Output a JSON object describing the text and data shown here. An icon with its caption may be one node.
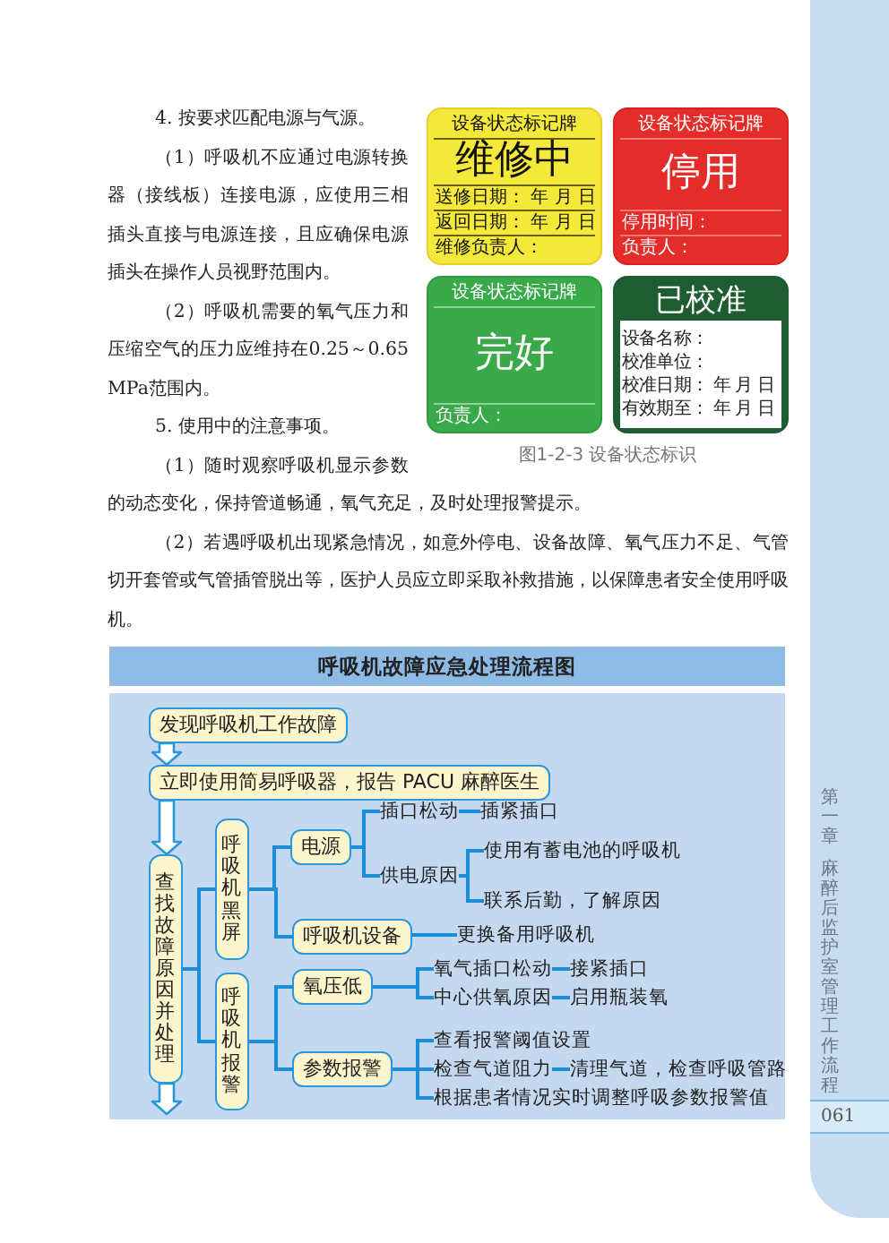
{
  "diagram": {
    "title": "呼吸机故障应急处理流程图",
    "nodes": [
      {
        "text": [
          "设备状态标记牌",
          "维修中",
          "送修日期： 年 月 日",
          "返回日期： 年 月 日",
          "维修负责人："
        ]
      },
      {
        "text": [
          "设备状态标记牌",
          "停用",
          "停用时间：",
          "负责人："
        ]
      },
      {
        "text": [
          "设备状态标记牌",
          "完好",
          "负责人："
        ]
      },
      {
        "text": [
          "已校准",
          "设备名称：",
          "校准单位：",
          "校准日期： 年 月 日",
          "有效期至： 年 月 日"
        ]
      },
      {
        "text": [
          "发现呼吸机工作故障"
        ]
      },
      {
        "text": [
          "立即使用简易呼吸器，报告 PACU 麻醉医生"
        ]
      },
      {
        "text": [
          "查找故障原因并处理"
        ]
      },
      {
        "text": [
          "呼吸机黑屏"
        ]
      },
      {
        "text": [
          "呼吸机报警"
        ]
      },
      {
        "text": [
          "电源"
        ]
      },
      {
        "text": [
          "插口松动"
        ]
      },
      {
        "text": [
          "插紧插口"
        ]
      },
      {
        "text": [
          "供电原因"
        ]
      },
      {
        "text": [
          "使用有蓄电池的呼吸机"
        ]
      },
      {
        "text": [
          "联系后勤，了解原因"
        ]
      },
      {
        "text": [
          "呼吸机设备"
        ]
      },
      {
        "text": [
          "更换备用呼吸机"
        ]
      },
      {
        "text": [
          "氧压低"
        ]
      },
      {
        "text": [
          "氧气插口松动"
        ]
      },
      {
        "text": [
          "接紧插口"
        ]
      },
      {
        "text": [
          "中心供氧原因"
        ]
      },
      {
        "text": [
          "启用瓶装氧"
        ]
      },
      {
        "text": [
          "参数报警"
        ]
      },
      {
        "text": [
          "查看报警阈值设置"
        ]
      },
      {
        "text": [
          "检查气道阻力"
        ]
      },
      {
        "text": [
          "清理气道，检查呼吸管路"
        ]
      },
      {
        "text": [
          "根据患者情况实时调整呼吸参数报警值"
        ]
      }
    ],
    "edges": [
      {
        "from": 4,
        "to": 5,
        "arrow": "to",
        "style": "thick"
      },
      {
        "from": 5,
        "to": 6,
        "arrow": "to",
        "style": "thick"
      },
      {
        "from": 6,
        "to": null,
        "arrow": "to",
        "style": "thick"
      },
      {
        "from": 6,
        "to": 7,
        "arrow": "none"
      },
      {
        "from": 6,
        "to": 8,
        "arrow": "none"
      },
      {
        "from": 7,
        "to": 9,
        "arrow": "none"
      },
      {
        "from": 7,
        "to": 15,
        "arrow": "none"
      },
      {
        "from": 9,
        "to": 10,
        "arrow": "none"
      },
      {
        "from": 9,
        "to": 12,
        "arrow": "none"
      },
      {
        "from": 10,
        "to": 11,
        "arrow": "none"
      },
      {
        "from": 12,
        "to": 13,
        "arrow": "none"
      },
      {
        "from": 12,
        "to": 14,
        "arrow": "none"
      },
      {
        "from": 15,
        "to": 16,
        "arrow": "none"
      },
      {
        "from": 8,
        "to": 17,
        "arrow": "none"
      },
      {
        "from": 8,
        "to": 22,
        "arrow": "none"
      },
      {
        "from": 17,
        "to": 18,
        "arrow": "none"
      },
      {
        "from": 17,
        "to": 20,
        "arrow": "none"
      },
      {
        "from": 18,
        "to": 19,
        "arrow": "none"
      },
      {
        "from": 20,
        "to": 21,
        "arrow": "none"
      },
      {
        "from": 22,
        "to": 23,
        "arrow": "none"
      },
      {
        "from": 22,
        "to": 24,
        "arrow": "none"
      },
      {
        "from": 24,
        "to": 25,
        "arrow": "none"
      },
      {
        "from": 22,
        "to": 26,
        "arrow": "none"
      }
    ],
    "labels": [
      "4. 按要求匹配电源与气源。",
      "（1）呼吸机不应通过电源转换器（接线板）连接电源，应使用三相插头直接与电源连接，且应确保电源插头在操作人员视野范围内。",
      "（2）呼吸机需要的氧气压力和压缩空气的压力应维持在0.25～0.65 MPa范围内。",
      "5. 使用中的注意事项。",
      "（1）随时观察呼吸机显示参数的动态变化，保持管道畅通，氧气充足，及时处理报警提示。",
      "图1-2-3 设备状态标识",
      "（2）若遇呼吸机出现紧急情况，如意外停电、设备故障、氧气压力不足、气管切开套管或气管插管脱出等，医护人员应立即采取补救措施，以保障患者安全使用呼吸机。",
      "第一章",
      "麻醉后监护室管理工作流程",
      "061"
    ]
  }
}
